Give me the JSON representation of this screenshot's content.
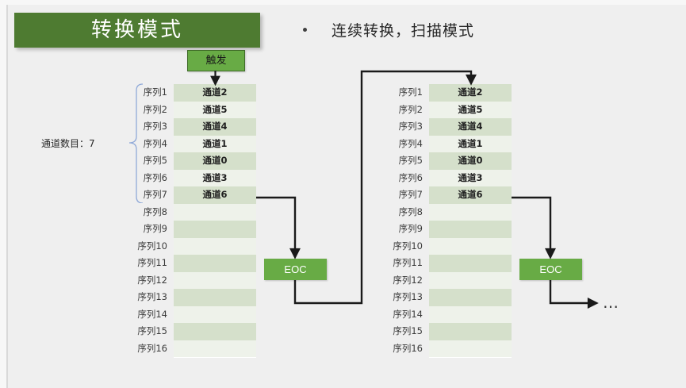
{
  "slide": {
    "background": "#efefef",
    "title": "转换模式",
    "title_bg": "#4e7b31",
    "title_color": "#ffffff"
  },
  "bullet": {
    "marker": "bullet-dot",
    "text": "连续转换，扫描模式"
  },
  "labels": {
    "channel_count": "通道数目：7"
  },
  "trigger": {
    "label": "触发",
    "fill": "#68ab45",
    "border": "#3f6b28"
  },
  "eoc": {
    "label": "EOC",
    "fill": "#68ab45",
    "text_color": "#ffffff"
  },
  "ellipsis": "…",
  "colors": {
    "row_dark": "#d5e0cb",
    "row_light": "#eef2ea",
    "brace": "#8fa9d8",
    "connector": "#1a1a1a"
  },
  "table_left": {
    "name": "sequence-table-left",
    "rows": [
      {
        "label": "序列1",
        "value": "通道2",
        "shade": "dark"
      },
      {
        "label": "序列2",
        "value": "通道5",
        "shade": "light"
      },
      {
        "label": "序列3",
        "value": "通道4",
        "shade": "dark"
      },
      {
        "label": "序列4",
        "value": "通道1",
        "shade": "light"
      },
      {
        "label": "序列5",
        "value": "通道0",
        "shade": "dark"
      },
      {
        "label": "序列6",
        "value": "通道3",
        "shade": "light"
      },
      {
        "label": "序列7",
        "value": "通道6",
        "shade": "dark"
      },
      {
        "label": "序列8",
        "value": "",
        "shade": "light"
      },
      {
        "label": "序列9",
        "value": "",
        "shade": "dark"
      },
      {
        "label": "序列10",
        "value": "",
        "shade": "light"
      },
      {
        "label": "序列11",
        "value": "",
        "shade": "dark"
      },
      {
        "label": "序列12",
        "value": "",
        "shade": "light"
      },
      {
        "label": "序列13",
        "value": "",
        "shade": "dark"
      },
      {
        "label": "序列14",
        "value": "",
        "shade": "light"
      },
      {
        "label": "序列15",
        "value": "",
        "shade": "dark"
      },
      {
        "label": "序列16",
        "value": "",
        "shade": "light"
      }
    ]
  },
  "table_right": {
    "name": "sequence-table-right",
    "rows": [
      {
        "label": "序列1",
        "value": "通道2",
        "shade": "dark"
      },
      {
        "label": "序列2",
        "value": "通道5",
        "shade": "light"
      },
      {
        "label": "序列3",
        "value": "通道4",
        "shade": "dark"
      },
      {
        "label": "序列4",
        "value": "通道1",
        "shade": "light"
      },
      {
        "label": "序列5",
        "value": "通道0",
        "shade": "dark"
      },
      {
        "label": "序列6",
        "value": "通道3",
        "shade": "light"
      },
      {
        "label": "序列7",
        "value": "通道6",
        "shade": "dark"
      },
      {
        "label": "序列8",
        "value": "",
        "shade": "light"
      },
      {
        "label": "序列9",
        "value": "",
        "shade": "dark"
      },
      {
        "label": "序列10",
        "value": "",
        "shade": "light"
      },
      {
        "label": "序列11",
        "value": "",
        "shade": "dark"
      },
      {
        "label": "序列12",
        "value": "",
        "shade": "light"
      },
      {
        "label": "序列13",
        "value": "",
        "shade": "dark"
      },
      {
        "label": "序列14",
        "value": "",
        "shade": "light"
      },
      {
        "label": "序列15",
        "value": "",
        "shade": "dark"
      },
      {
        "label": "序列16",
        "value": "",
        "shade": "light"
      }
    ]
  }
}
